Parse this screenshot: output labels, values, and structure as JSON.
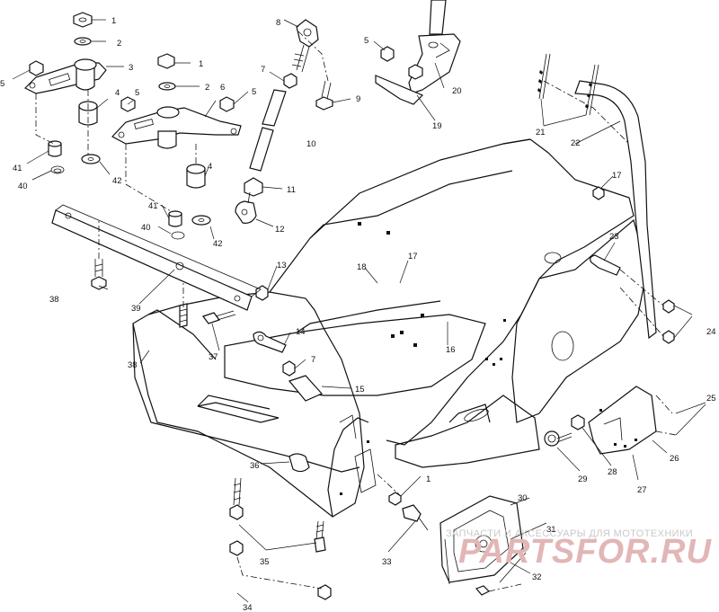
{
  "callouts": [
    "1",
    "2",
    "3",
    "4",
    "5",
    "6",
    "7",
    "8",
    "9",
    "10",
    "11",
    "12",
    "13",
    "14",
    "15",
    "16",
    "17",
    "18",
    "19",
    "20",
    "21",
    "22",
    "23",
    "24",
    "25",
    "26",
    "27",
    "28",
    "29",
    "30",
    "31",
    "32",
    "33",
    "34",
    "35",
    "36",
    "37",
    "38",
    "39",
    "40",
    "41",
    "42"
  ],
  "watermark": {
    "caption": "ЗАПЧАСТИ И АКСЕССУАРЫ ДЛЯ МОТОТЕХНИКИ",
    "logo": "PARTSFOR.RU"
  }
}
